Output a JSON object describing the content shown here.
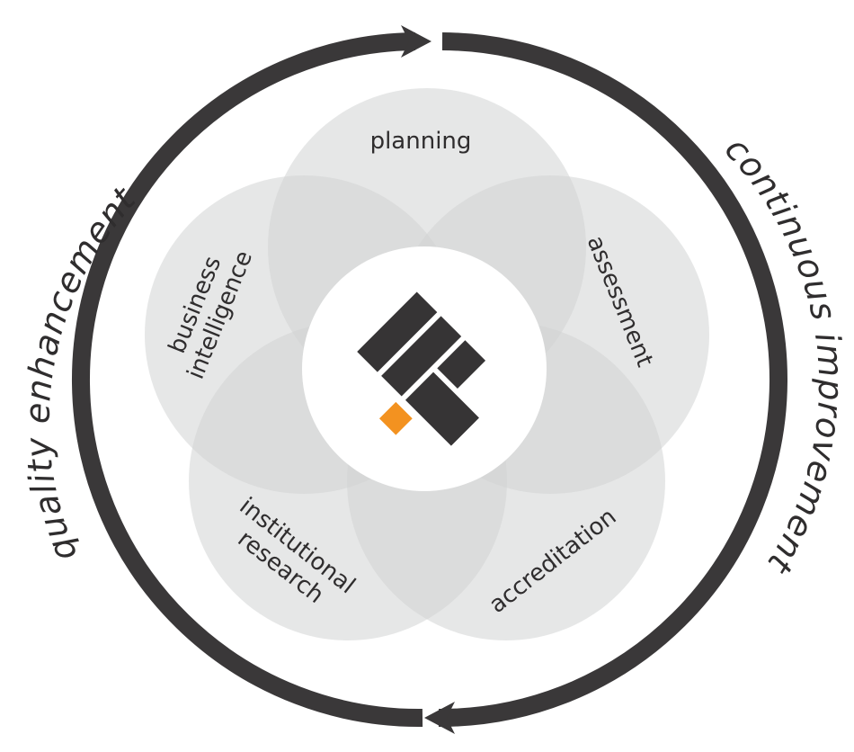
{
  "colors": {
    "ring": "#3a3839",
    "petal": "#d2d3d4",
    "petal_opacity": "0.55",
    "center": "#ffffff",
    "logo_dark": "#363435",
    "logo_accent": "#f39220",
    "text": "#2f2d2e"
  },
  "ring": {
    "left_label": "quality enhancement",
    "right_label": "continuous improvement"
  },
  "petals": {
    "top": "planning",
    "right": "assessment",
    "left_line1": "business",
    "left_line2": "intelligence",
    "bottom_left_line1": "institutional",
    "bottom_left_line2": "research",
    "bottom_right": "accreditation"
  },
  "icons": {
    "logo": "stacked-bars-logo-icon",
    "arrow_top": "arrow-right-icon",
    "arrow_bottom": "arrow-left-icon"
  }
}
